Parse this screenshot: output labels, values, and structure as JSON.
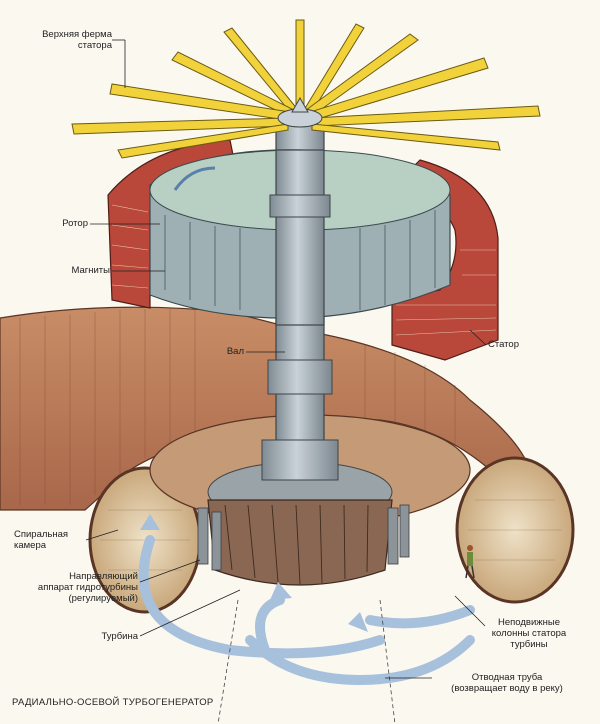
{
  "labels": {
    "upper_truss": [
      "Верхняя ферма",
      "статора"
    ],
    "rotor": "Ротор",
    "magnets": "Магниты",
    "stator": "Статор",
    "shaft": "Вал",
    "spiral_chamber": [
      "Спиральная",
      "камера"
    ],
    "guide_apparatus": [
      "Направляющий",
      "аппарат гидротурбины",
      "(регулируемый)"
    ],
    "turbine": "Турбина",
    "stator_columns": [
      "Неподвижные",
      "колонны статора",
      "турбины"
    ],
    "draft_tube": [
      "Отводная труба",
      "(возвращает воду в реку)"
    ]
  },
  "caption": "РАДИАЛЬНО-ОСЕВОЙ ТУРБОГЕНЕРАТОР",
  "colors": {
    "truss": "#f1d23a",
    "stator_red": "#b9483b",
    "casing": "#b97a55",
    "shaft": "#a8b3ba",
    "rotor_top": "#b8d0c4",
    "water_arrow": "#a7c0dc"
  }
}
